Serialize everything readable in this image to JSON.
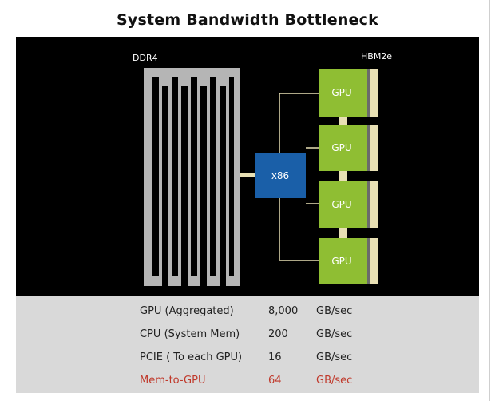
{
  "title": "System Bandwidth Bottleneck",
  "labels": {
    "ddr4": "DDR4",
    "hbm2e": "HBM2e",
    "cpu": "x86",
    "gpu": "GPU"
  },
  "gpus": [
    "GPU",
    "GPU",
    "GPU",
    "GPU"
  ],
  "colors": {
    "gpu_green": "#8fbe33",
    "cpu_blue": "#1a5fa8",
    "hbm_cream": "#e8e0b4",
    "ddr_gray": "#b5b5b5",
    "highlight_red": "#c0392b"
  },
  "table": [
    {
      "label": "GPU (Aggregated)",
      "value": "8,000",
      "unit": "GB/sec",
      "highlight": false
    },
    {
      "label": "CPU (System Mem)",
      "value": "200",
      "unit": "GB/sec",
      "highlight": false
    },
    {
      "label": "PCIE ( To each GPU)",
      "value": "16",
      "unit": "GB/sec",
      "highlight": false
    },
    {
      "label": "Mem-to-GPU",
      "value": "64",
      "unit": "GB/sec",
      "highlight": true
    }
  ]
}
